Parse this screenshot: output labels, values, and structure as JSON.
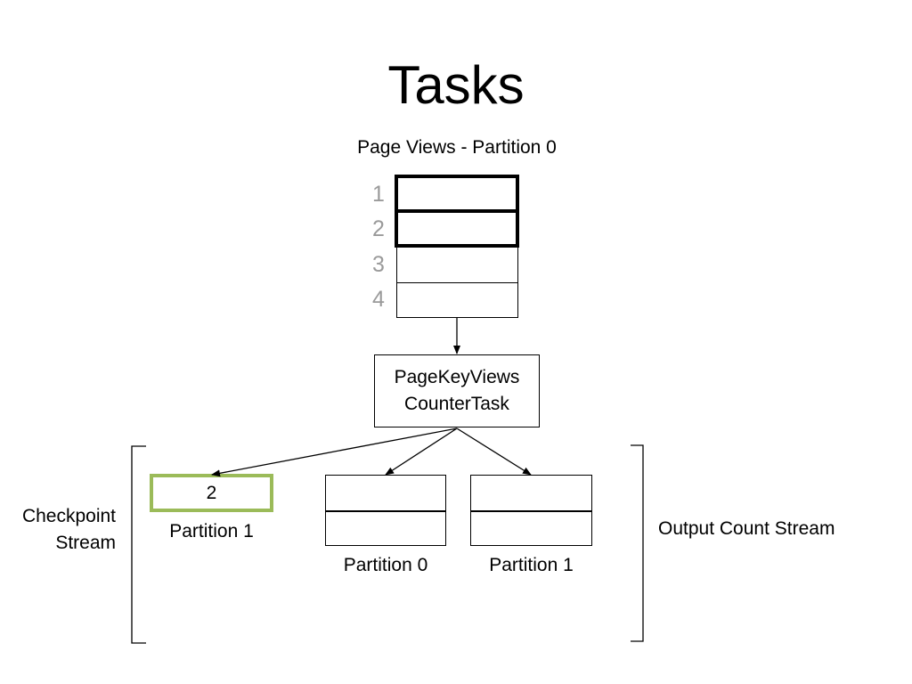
{
  "title": "Tasks",
  "source": {
    "label": "Page Views - Partition 0",
    "rows": [
      "1",
      "2",
      "3",
      "4"
    ]
  },
  "task": {
    "line1": "PageKeyViews",
    "line2": "CounterTask"
  },
  "checkpoint": {
    "label_line1": "Checkpoint",
    "label_line2": "Stream",
    "value": "2",
    "partition_label": "Partition 1",
    "border_color": "#9bbb59"
  },
  "output": {
    "label": "Output Count Stream",
    "partitions": [
      {
        "label": "Partition 0"
      },
      {
        "label": "Partition 1"
      }
    ]
  }
}
